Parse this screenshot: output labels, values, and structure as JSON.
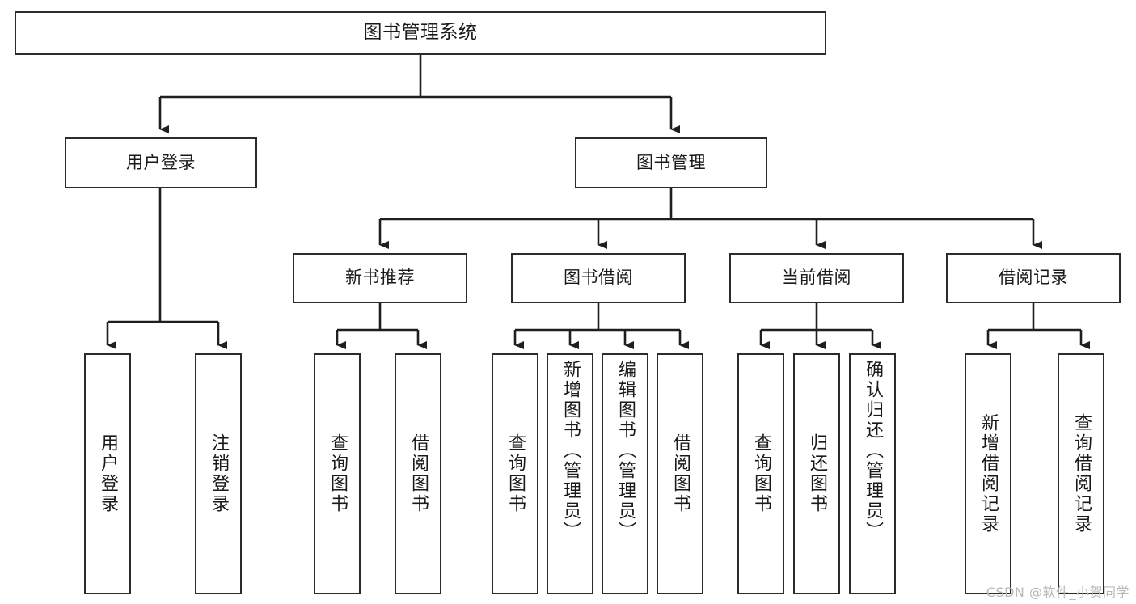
{
  "diagram": {
    "title": "图书管理系统",
    "type": "hierarchy-tree",
    "root": {
      "label": "图书管理系统"
    },
    "tier2": [
      {
        "label": "用户登录"
      },
      {
        "label": "图书管理"
      }
    ],
    "tier3": [
      {
        "label": "新书推荐"
      },
      {
        "label": "图书借阅"
      },
      {
        "label": "当前借阅"
      },
      {
        "label": "借阅记录"
      }
    ],
    "leaves": {
      "user_login": [
        {
          "label": "用户登录"
        },
        {
          "label": "注销登录"
        }
      ],
      "new_book_recommend": [
        {
          "label": "查询图书"
        },
        {
          "label": "借阅图书"
        }
      ],
      "book_borrow": [
        {
          "label": "查询图书"
        },
        {
          "label": "新增图书（管理员）"
        },
        {
          "label": "编辑图书（管理员）"
        },
        {
          "label": "借阅图书"
        }
      ],
      "current_borrow": [
        {
          "label": "查询图书"
        },
        {
          "label": "归还图书"
        },
        {
          "label": "确认归还（管理员）"
        }
      ],
      "borrow_records": [
        {
          "label": "新增借阅记录"
        },
        {
          "label": "查询借阅记录"
        }
      ]
    }
  },
  "watermark": {
    "text": "CSDN @软件_小贺同学"
  },
  "colors": {
    "box_border": "#2b2b2b",
    "box_fill": "#ffffff",
    "connector": "#1f1f1f",
    "text": "#1a1a1a",
    "watermark": "#b8b8b8",
    "background": "#ffffff"
  }
}
